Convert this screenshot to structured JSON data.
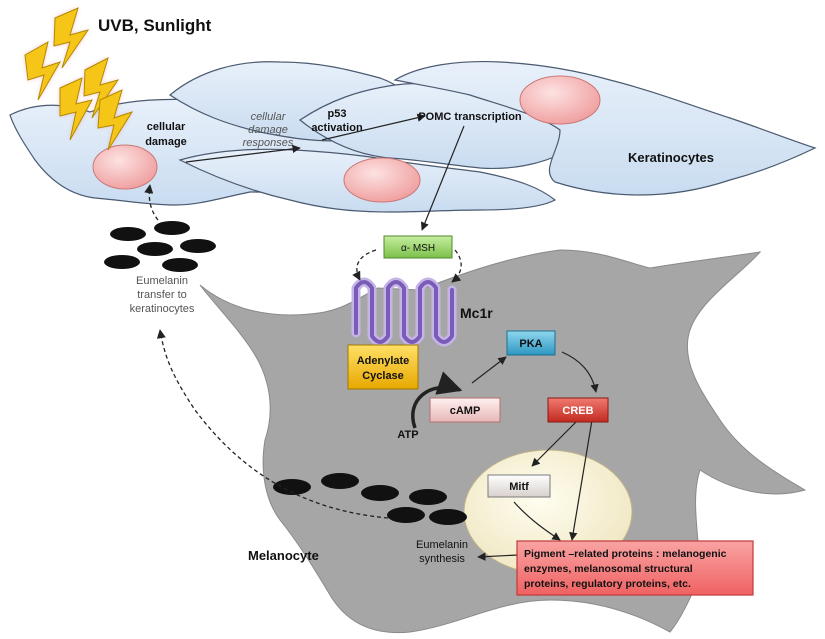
{
  "labels": {
    "uvb": "UVB, Sunlight",
    "cellular_damage_1": "cellular",
    "cellular_damage_2": "damage",
    "damage_responses_1": "cellular",
    "damage_responses_2": "damage",
    "damage_responses_3": "responses",
    "p53_1": "p53",
    "p53_2": "activation",
    "pomc": "POMC transcription",
    "keratinocytes": "Keratinocytes",
    "alpha_msh": "α- MSH",
    "mc1r": "Mc1r",
    "transfer_1": "Eumelanin",
    "transfer_2": "transfer to",
    "transfer_3": "keratinocytes",
    "adenylate_1": "Adenylate",
    "adenylate_2": "Cyclase",
    "pka": "PKA",
    "atp": "ATP",
    "camp": "cAMP",
    "creb": "CREB",
    "mitf": "Mitf",
    "synthesis_1": "Eumelanin",
    "synthesis_2": "synthesis",
    "melanocyte": "Melanocyte",
    "pigment_1": "Pigment –related proteins : melanogenic",
    "pigment_2": "enzymes, melanosomal structural",
    "pigment_3": "proteins, regulatory proteins, etc."
  },
  "colors": {
    "keratinocyte_fill": "#dbe8f6",
    "nucleus_fill": "#f4b3b3",
    "melanocyte_fill": "#a6a6a6",
    "melanocyte_nucleus": "#f9f3d6",
    "lightning": "#f5c518",
    "lightning_glow": "#f2a3a3",
    "alpha_msh_box": "#9bd36a",
    "adenylate_box": "#f2c10a",
    "pka_box": "#4ab3d6",
    "camp_box": "#f6d5d5",
    "creb_box": "#d9342b",
    "mitf_box": "#e9e3e0",
    "pigment_box": "#f46b6b",
    "receptor": "#8a6cc4",
    "melanin": "#111111"
  }
}
